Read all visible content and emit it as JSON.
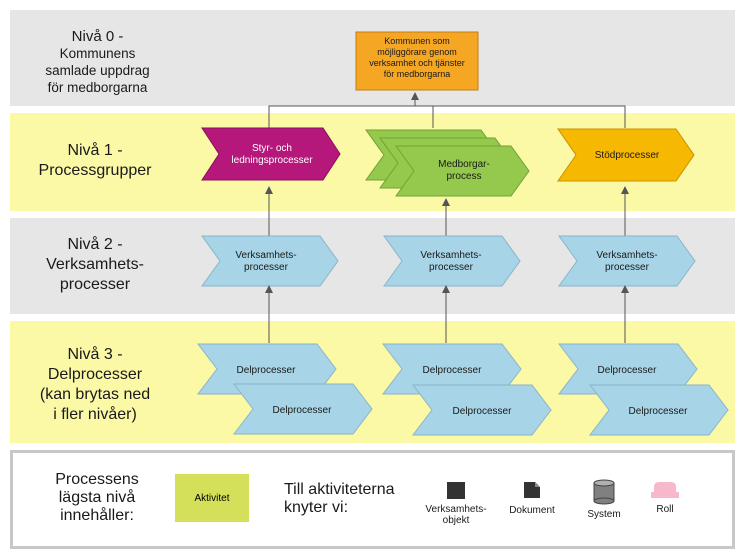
{
  "levels": {
    "level0": {
      "line1": "Nivå 0 -",
      "line2": "Kommunens",
      "line3": "samlade uppdrag",
      "line4": "för medborgarna"
    },
    "level1": {
      "line1": "Nivå 1 -",
      "line2": "Processgrupper"
    },
    "level2": {
      "line1": "Nivå 2 -",
      "line2": "Verksamhets-",
      "line3": "processer"
    },
    "level3": {
      "line1": "Nivå 3 -",
      "line2": "Delprocesser",
      "line3": "(kan brytas ned",
      "line4": "i fler nivåer)"
    }
  },
  "top_box": {
    "line1": "Kommunen som",
    "line2": "möjliggörare genom",
    "line3": "verksamhet och tjänster",
    "line4": "för medborgarna"
  },
  "process_groups": {
    "styr": {
      "line1": "Styr- och",
      "line2": "ledningsprocesser"
    },
    "medborgar": {
      "line1": "Medborgar-",
      "line2": "process"
    },
    "stod": {
      "line1": "Stödprocesser"
    }
  },
  "verksamhet": {
    "line1": "Verksamhets-",
    "line2": "processer"
  },
  "delprocess_label": "Delprocesser",
  "legend": {
    "lowest_line1": "Processens",
    "lowest_line2": "lägsta nivå",
    "lowest_line3": "innehåller:",
    "aktivitet": "Aktivitet",
    "knyter_line1": "Till aktiviteterna",
    "knyter_line2": "knyter vi:",
    "objekt_line1": "Verksamhets-",
    "objekt_line2": "objekt",
    "dokument": "Dokument",
    "system": "System",
    "roll": "Roll"
  },
  "colors": {
    "gray_band": "#e6e6e6",
    "yellow_band": "#fbf8a6",
    "orange": "#f5a623",
    "purple": "#b5187a",
    "green": "#95c94e",
    "blue": "#a7d4e6",
    "stod": "#f6b800",
    "aktivitet": "#d4e05a",
    "roll": "#f7b8cc"
  }
}
